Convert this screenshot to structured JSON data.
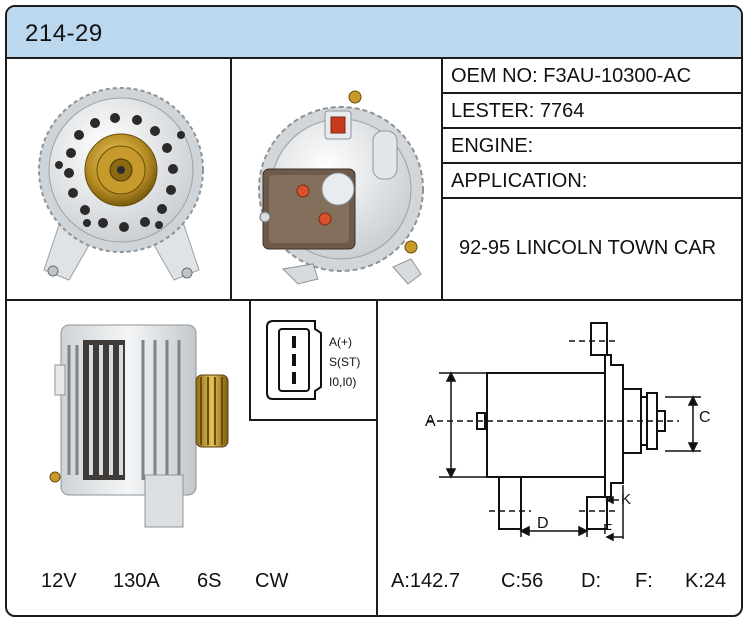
{
  "header": {
    "part_number": "214-29"
  },
  "info": {
    "oem": "OEM NO: F3AU-10300-AC",
    "lester": "LESTER: 7764",
    "engine": "ENGINE:",
    "application_label": "APPLICATION:",
    "application_value": "92-95 LINCOLN TOWN CAR"
  },
  "specs": {
    "voltage": "12V",
    "amperage": "130A",
    "pulley": "6S",
    "rotation": "CW"
  },
  "connector": {
    "pin1": "A(+)",
    "pin2": "S(ST)",
    "pin3": "I0,I0)"
  },
  "diagram": {
    "label_a": "A",
    "label_c": "C",
    "label_d": "D",
    "label_k": "K",
    "label_f": "F"
  },
  "dimensions": {
    "a": "A:142.7",
    "c": "C:56",
    "d": "D:",
    "f": "F:",
    "k": "K:24"
  },
  "colors": {
    "header_bg": "#bcd8ef",
    "border": "#1c1c1c"
  }
}
